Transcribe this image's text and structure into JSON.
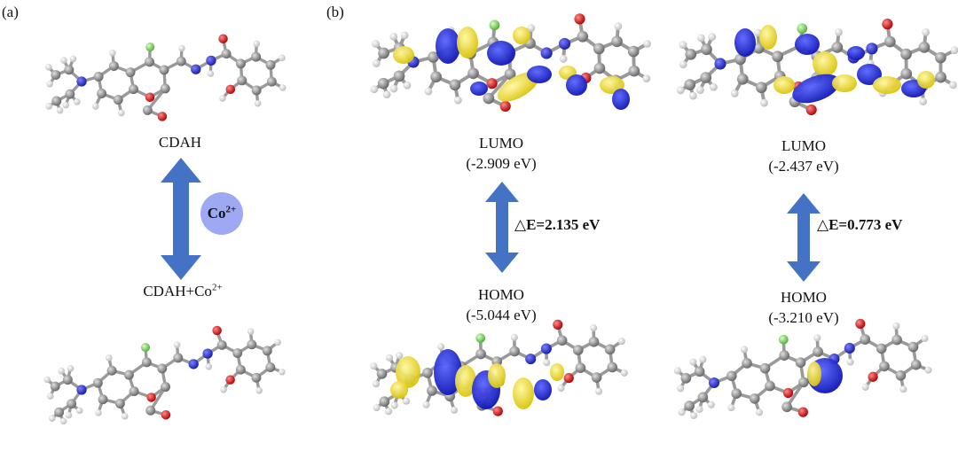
{
  "panel_a": {
    "label": "(a)",
    "top_name": "CDAH",
    "bottom_name_base": "CDAH+Co",
    "bottom_name_sup": "2+",
    "ion_base": "Co",
    "ion_sup": "2+",
    "colors": {
      "arrow": "#4472c4",
      "ion_circle": "#9da9f2"
    }
  },
  "panel_b": {
    "label": "(b)",
    "left": {
      "lumo_label": "LUMO",
      "lumo_energy": "(-2.909 eV)",
      "gap": "△E=2.135 eV",
      "homo_label": "HOMO",
      "homo_energy": "(-5.044 eV)"
    },
    "right": {
      "lumo_label": "LUMO",
      "lumo_energy": "(-2.437 eV)",
      "gap": "△E=0.773 eV",
      "homo_label": "HOMO",
      "homo_energy": "(-3.210 eV)"
    },
    "colors": {
      "arrow": "#4472c4",
      "orbital_positive": "#ffe100",
      "orbital_negative": "#1a22d6"
    }
  },
  "atom_colors": {
    "carbon": "#8c8c8c",
    "hydrogen": "#f2f2f2",
    "nitrogen": "#2832c8",
    "oxygen": "#e01818",
    "fluorine": "#8cdc6e"
  }
}
